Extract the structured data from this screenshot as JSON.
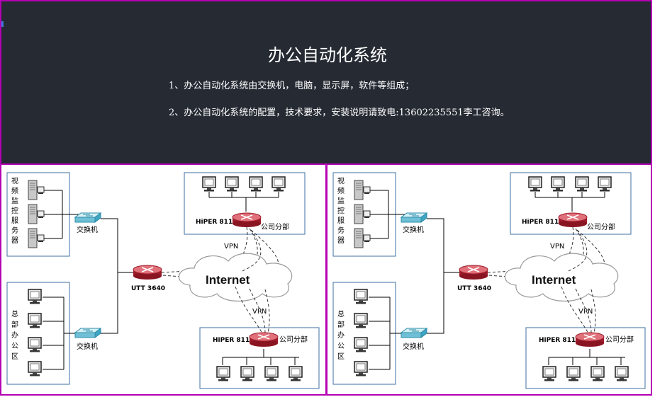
{
  "header": {
    "title": "办公自动化系统",
    "line1": "1、办公自动化系统由交换机，电脑，显示屏，软件等组成；",
    "line2": "2、办公自动化系统的配置，技术要求，安装说明请致电:13602235551李工咨询。"
  },
  "diagram": {
    "video_group_label": [
      "视",
      "频",
      "监",
      "控",
      "服",
      "务",
      "器"
    ],
    "office_group_label": [
      "总",
      "部",
      "办",
      "公",
      "区"
    ],
    "switch_label": "交换机",
    "core_router_label": "UTT 3640",
    "branch_router_label": "HiPER 811",
    "branch_label": "公司分部",
    "internet_label": "Internet",
    "vpn_label": "VPN"
  }
}
